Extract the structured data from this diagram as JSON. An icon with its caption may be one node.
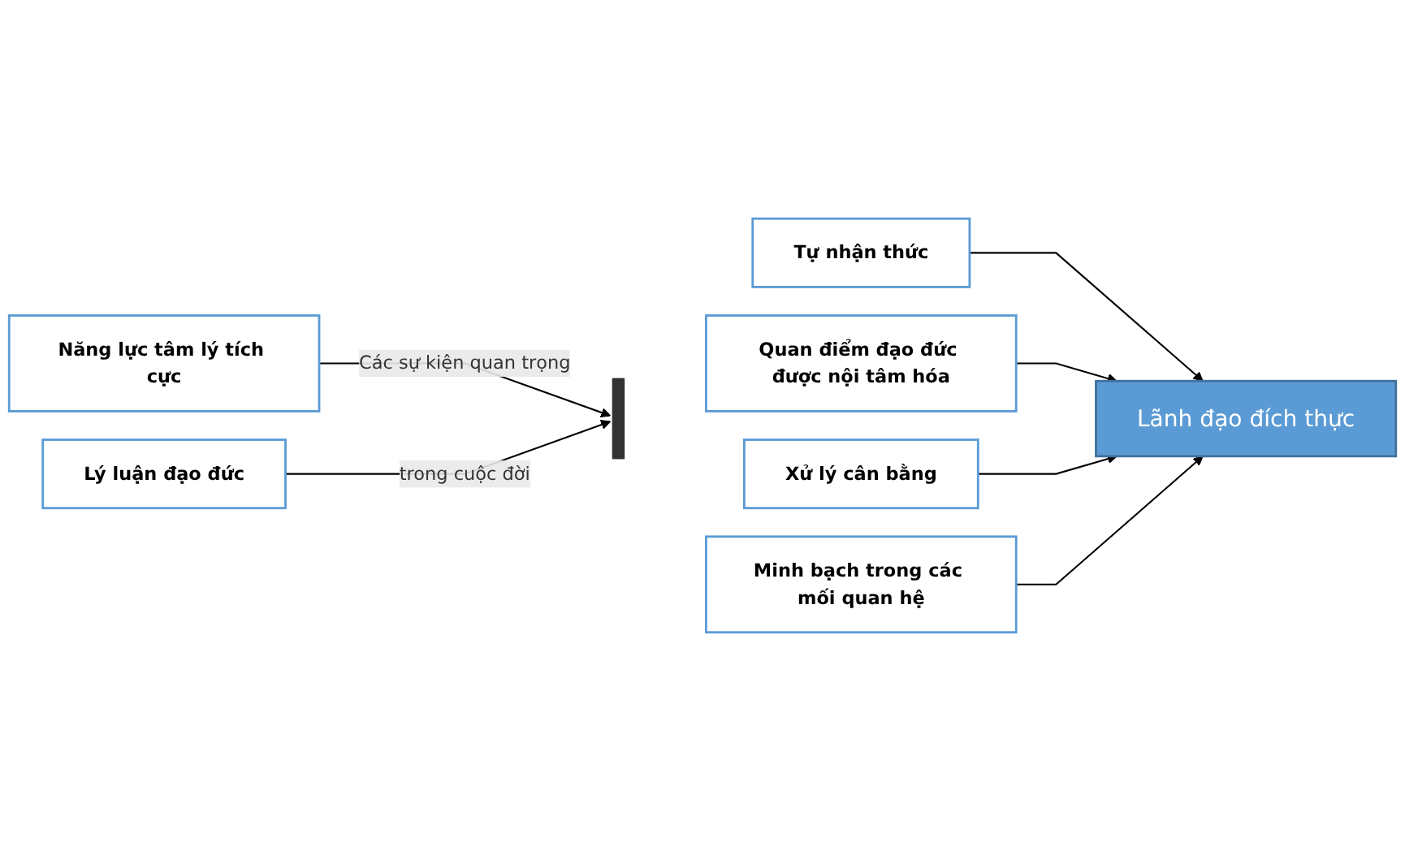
{
  "diagram": {
    "nodes": [
      {
        "text": [
          "Năng lực tâm lý tích cực"
        ]
      },
      {
        "text": [
          "Lý luận đạo đức"
        ]
      },
      {
        "text": [],
        "shape": "bar"
      },
      {
        "text": [
          "Tự nhận thức"
        ]
      },
      {
        "text": [
          "Quan điểm đạo đức được nội tâm hóa"
        ]
      },
      {
        "text": [
          "Xử lý cân bằng"
        ]
      },
      {
        "text": [
          "Minh bạch trong các mối quan hệ"
        ]
      },
      {
        "text": [
          "Lãnh đạo đích thực"
        ]
      }
    ],
    "edges": [
      {
        "from": 0,
        "to": 2,
        "arrow": "to",
        "label": "Các sự kiện quan trọng"
      },
      {
        "from": 1,
        "to": 2,
        "arrow": "to",
        "label": "trong cuộc đời"
      },
      {
        "from": 3,
        "to": 7,
        "arrow": "to"
      },
      {
        "from": 4,
        "to": 7,
        "arrow": "to"
      },
      {
        "from": 5,
        "to": 7,
        "arrow": "to"
      },
      {
        "from": 6,
        "to": 7,
        "arrow": "to"
      }
    ]
  }
}
